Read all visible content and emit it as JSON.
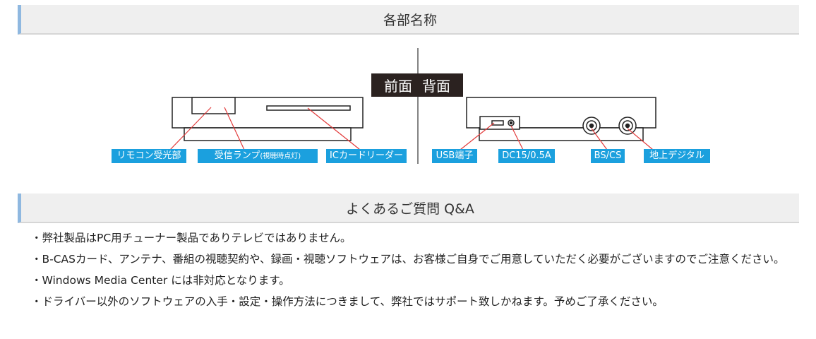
{
  "headers": {
    "names": "各部名称",
    "qa": "よくあるご質問 Q&A"
  },
  "diagram": {
    "front_label": "前面",
    "back_label": "背面",
    "front_tags": {
      "remote": "リモコン受光部",
      "lamp_main": "受信ランプ",
      "lamp_sub": "(視聴時点灯)",
      "ic_card": "ICカードリーダー"
    },
    "back_tags": {
      "usb": "USB端子",
      "dc": "DC15/0.5A",
      "bscs": "BS/CS",
      "terrestrial": "地上デジタル"
    },
    "colors": {
      "tag": "#1ba0de",
      "badge": "#2b2220",
      "leader": "#e23b3b"
    }
  },
  "qa": [
    "・弊社製品はPC用チューナー製品でありテレビではありません。",
    "・B-CASカード、アンテナ、番組の視聴契約や、録画・視聴ソフトウェアは、お客様ご自身でご用意していただく必要がございますのでご注意ください。",
    "・Windows Media Center には非対応となります。",
    "・ドライバー以外のソフトウェアの入手・設定・操作方法につきまして、弊社ではサポート致しかねます。予めご了承ください。"
  ]
}
